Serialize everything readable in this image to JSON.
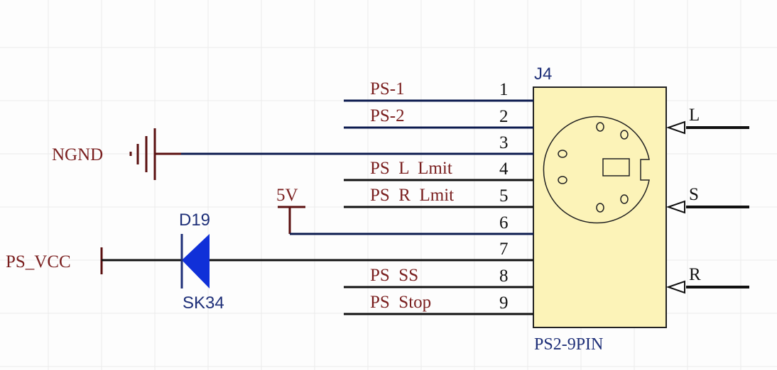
{
  "component": {
    "designator": "J4",
    "part": "PS2-9PIN",
    "fill_color": "#fcf3b8",
    "pins": [
      {
        "number": "1",
        "net": "PS-1"
      },
      {
        "number": "2",
        "net": "PS-2"
      },
      {
        "number": "3",
        "net": ""
      },
      {
        "number": "4",
        "net": "PS  L  Lmit"
      },
      {
        "number": "5",
        "net": "PS  R  Lmit"
      },
      {
        "number": "6",
        "net": ""
      },
      {
        "number": "7",
        "net": ""
      },
      {
        "number": "8",
        "net": "PS  SS"
      },
      {
        "number": "9",
        "net": "PS  Stop"
      }
    ],
    "right_ports": [
      "L",
      "S",
      "R"
    ]
  },
  "power": {
    "ground": "NGND",
    "supply": "5V",
    "vcc": "PS_VCC"
  },
  "diode": {
    "designator": "D19",
    "part": "SK34",
    "color": "#1030d8"
  },
  "colors": {
    "wire": "#0b1a4e",
    "net_label": "#7a1f1f",
    "grid": "#ececec"
  }
}
